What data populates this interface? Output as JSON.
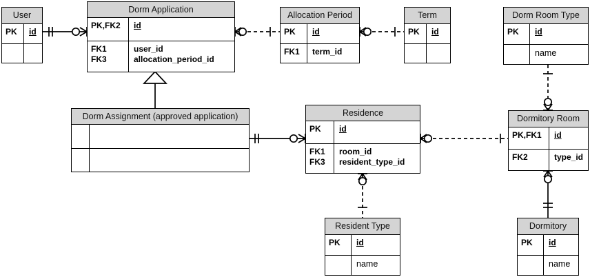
{
  "diagram": {
    "type": "er-diagram",
    "notation": "crows-foot",
    "title": "Dorm allocation ER diagram",
    "colors": {
      "header_fill": "#d4d4d4",
      "body_fill": "#ffffff",
      "stroke": "#000000",
      "background": "#ffffff"
    }
  },
  "entities": {
    "user": {
      "name": "User",
      "rows": [
        {
          "key": "PK",
          "attr": "id",
          "pk": true
        },
        {
          "key": "",
          "attr": "",
          "pk": false
        }
      ]
    },
    "dorm_application": {
      "name": "Dorm Application",
      "rows": [
        {
          "key": "PK,FK2",
          "attr": "id",
          "pk": true
        },
        {
          "key": "FK1",
          "attr": "user_id",
          "pk": false
        },
        {
          "key": "FK3",
          "attr": "allocation_period_id",
          "pk": false
        }
      ]
    },
    "allocation_period": {
      "name": "Allocation Period",
      "rows": [
        {
          "key": "PK",
          "attr": "id",
          "pk": true
        },
        {
          "key": "FK1",
          "attr": "term_id",
          "pk": false
        }
      ]
    },
    "term": {
      "name": "Term",
      "rows": [
        {
          "key": "PK",
          "attr": "id",
          "pk": true
        },
        {
          "key": "",
          "attr": "",
          "pk": false
        }
      ]
    },
    "dorm_room_type": {
      "name": "Dorm Room Type",
      "rows": [
        {
          "key": "PK",
          "attr": "id",
          "pk": true
        },
        {
          "key": "",
          "attr": "name",
          "pk": false
        }
      ]
    },
    "dorm_assignment": {
      "name": "Dorm Assignment (approved application)",
      "rows": [
        {
          "key": "",
          "attr": "",
          "pk": false
        },
        {
          "key": "",
          "attr": "",
          "pk": false
        }
      ]
    },
    "residence": {
      "name": "Residence",
      "rows": [
        {
          "key": "PK",
          "attr": "id",
          "pk": true
        },
        {
          "key": "FK1",
          "attr": "room_id",
          "pk": false
        },
        {
          "key": "FK3",
          "attr": "resident_type_id",
          "pk": false
        }
      ]
    },
    "dormitory_room": {
      "name": "Dormitory Room",
      "rows": [
        {
          "key": "PK,FK1",
          "attr": "id",
          "pk": true
        },
        {
          "key": "FK2",
          "attr": "type_id",
          "pk": false
        }
      ]
    },
    "resident_type": {
      "name": "Resident Type",
      "rows": [
        {
          "key": "PK",
          "attr": "id",
          "pk": true
        },
        {
          "key": "",
          "attr": "name",
          "pk": false
        }
      ]
    },
    "dormitory": {
      "name": "Dormitory",
      "rows": [
        {
          "key": "PK",
          "attr": "id",
          "pk": true
        },
        {
          "key": "",
          "attr": "name",
          "pk": false
        }
      ]
    }
  },
  "relationships": [
    {
      "id": "user-dorm-application",
      "from": "User",
      "to": "Dorm Application",
      "line": "solid",
      "from_card": "one-mandatory",
      "to_card": "zero-or-many"
    },
    {
      "id": "dorm-application-allocation-period",
      "from": "Dorm Application",
      "to": "Allocation Period",
      "line": "dashed",
      "from_card": "zero-or-many",
      "to_card": "one-mandatory"
    },
    {
      "id": "allocation-period-term",
      "from": "Allocation Period",
      "to": "Term",
      "line": "dashed",
      "from_card": "zero-or-many",
      "to_card": "one-mandatory"
    },
    {
      "id": "dorm-application-dorm-assignment",
      "from": "Dorm Assignment",
      "to": "Dorm Application",
      "line": "inheritance",
      "from_card": "",
      "to_card": "generalization"
    },
    {
      "id": "dorm-assignment-residence",
      "from": "Dorm Assignment",
      "to": "Residence",
      "line": "solid",
      "from_card": "one-mandatory",
      "to_card": "zero-or-many"
    },
    {
      "id": "residence-dormitory-room",
      "from": "Residence",
      "to": "Dormitory Room",
      "line": "dashed",
      "from_card": "zero-or-many",
      "to_card": "one-mandatory"
    },
    {
      "id": "residence-resident-type",
      "from": "Residence",
      "to": "Resident Type",
      "line": "dashed",
      "from_card": "zero-or-many",
      "to_card": "one-mandatory"
    },
    {
      "id": "dorm-room-type-dormitory-room",
      "from": "Dorm Room Type",
      "to": "Dormitory Room",
      "line": "dashed",
      "from_card": "one-mandatory",
      "to_card": "zero-or-many"
    },
    {
      "id": "dormitory-room-dormitory",
      "from": "Dormitory Room",
      "to": "Dormitory",
      "line": "solid",
      "from_card": "zero-or-many",
      "to_card": "one-mandatory"
    }
  ]
}
